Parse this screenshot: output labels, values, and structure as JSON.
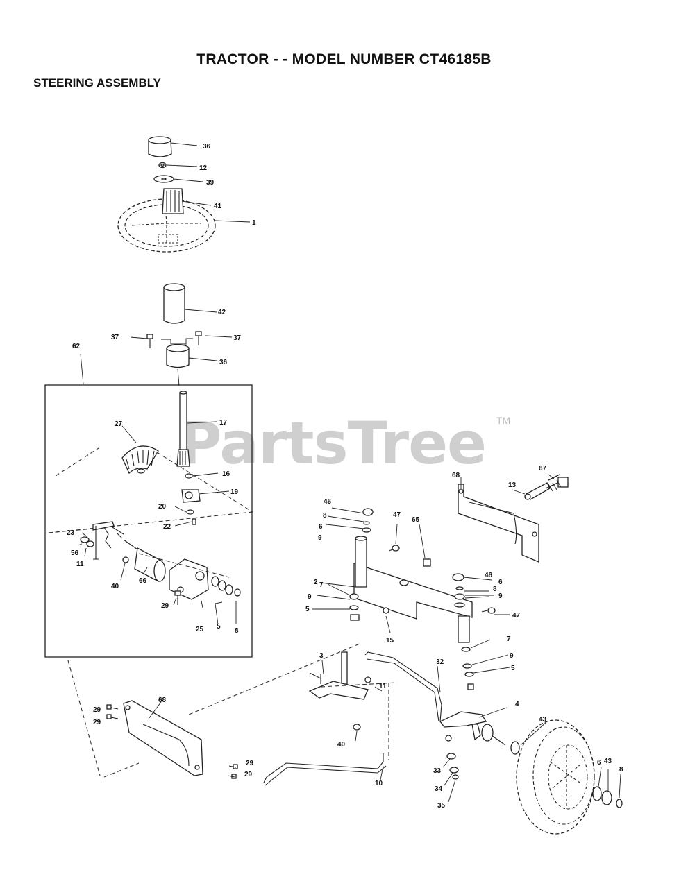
{
  "header": {
    "title": "TRACTOR - - MODEL NUMBER CT46185B",
    "section": "STEERING ASSEMBLY"
  },
  "watermark": {
    "text": "PartsTree",
    "tm": "TM"
  },
  "callouts": [
    {
      "id": "c36a",
      "label": "36"
    },
    {
      "id": "c12",
      "label": "12"
    },
    {
      "id": "c39",
      "label": "39"
    },
    {
      "id": "c1",
      "label": "1"
    },
    {
      "id": "c41",
      "label": "41"
    },
    {
      "id": "c42",
      "label": "42"
    },
    {
      "id": "c37a",
      "label": "37"
    },
    {
      "id": "c37b",
      "label": "37"
    },
    {
      "id": "c36b",
      "label": "36"
    },
    {
      "id": "c62",
      "label": "62"
    },
    {
      "id": "c17",
      "label": "17"
    },
    {
      "id": "c27",
      "label": "27"
    },
    {
      "id": "c16",
      "label": "16"
    },
    {
      "id": "c19",
      "label": "19"
    },
    {
      "id": "c20",
      "label": "20"
    },
    {
      "id": "c22",
      "label": "22"
    },
    {
      "id": "c23",
      "label": "23"
    },
    {
      "id": "c56",
      "label": "56"
    },
    {
      "id": "c11a",
      "label": "11"
    },
    {
      "id": "c40a",
      "label": "40"
    },
    {
      "id": "c66",
      "label": "66"
    },
    {
      "id": "c29a",
      "label": "29"
    },
    {
      "id": "c25",
      "label": "25"
    },
    {
      "id": "c5a",
      "label": "5"
    },
    {
      "id": "c8a",
      "label": "8"
    },
    {
      "id": "c68a",
      "label": "68"
    },
    {
      "id": "c13",
      "label": "13"
    },
    {
      "id": "c67",
      "label": "67"
    },
    {
      "id": "c46a",
      "label": "46"
    },
    {
      "id": "c8b",
      "label": "8"
    },
    {
      "id": "c6a",
      "label": "6"
    },
    {
      "id": "c9a",
      "label": "9"
    },
    {
      "id": "c47a",
      "label": "47"
    },
    {
      "id": "c65",
      "label": "65"
    },
    {
      "id": "c2",
      "label": "2"
    },
    {
      "id": "c46b",
      "label": "46"
    },
    {
      "id": "c8c",
      "label": "8"
    },
    {
      "id": "c6b",
      "label": "6"
    },
    {
      "id": "c9b",
      "label": "9"
    },
    {
      "id": "c7a",
      "label": "7"
    },
    {
      "id": "c9c",
      "label": "9"
    },
    {
      "id": "c5b",
      "label": "5"
    },
    {
      "id": "c47b",
      "label": "47"
    },
    {
      "id": "c15",
      "label": "15"
    },
    {
      "id": "c7b",
      "label": "7"
    },
    {
      "id": "c9d",
      "label": "9"
    },
    {
      "id": "c5c",
      "label": "5"
    },
    {
      "id": "c3",
      "label": "3"
    },
    {
      "id": "c11b",
      "label": "11"
    },
    {
      "id": "c32",
      "label": "32"
    },
    {
      "id": "c4",
      "label": "4"
    },
    {
      "id": "c43a",
      "label": "43"
    },
    {
      "id": "c40b",
      "label": "40"
    },
    {
      "id": "c29b",
      "label": "29"
    },
    {
      "id": "c29c",
      "label": "29"
    },
    {
      "id": "c68b",
      "label": "68"
    },
    {
      "id": "c29d",
      "label": "29"
    },
    {
      "id": "c29e",
      "label": "29"
    },
    {
      "id": "c33",
      "label": "33"
    },
    {
      "id": "c34",
      "label": "34"
    },
    {
      "id": "c35",
      "label": "35"
    },
    {
      "id": "c10",
      "label": "10"
    },
    {
      "id": "c6c",
      "label": "6"
    },
    {
      "id": "c43b",
      "label": "43"
    },
    {
      "id": "c8d",
      "label": "8"
    }
  ]
}
